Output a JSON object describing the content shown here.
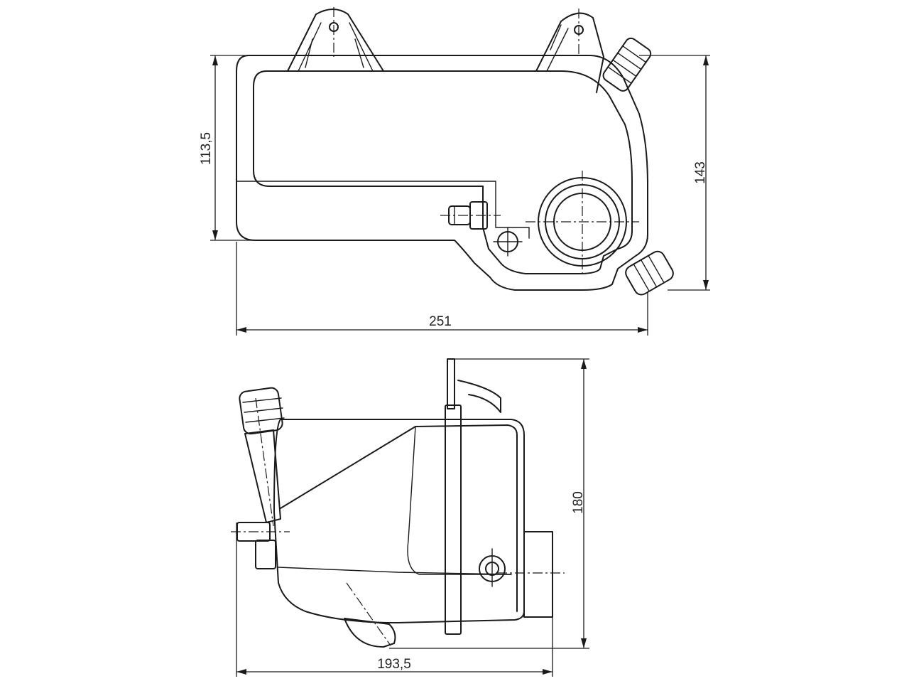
{
  "drawing": {
    "top_view": {
      "dim_height_left": "113,5",
      "dim_height_right": "143",
      "dim_width": "251"
    },
    "side_view": {
      "dim_height": "180",
      "dim_width": "193,5"
    }
  }
}
